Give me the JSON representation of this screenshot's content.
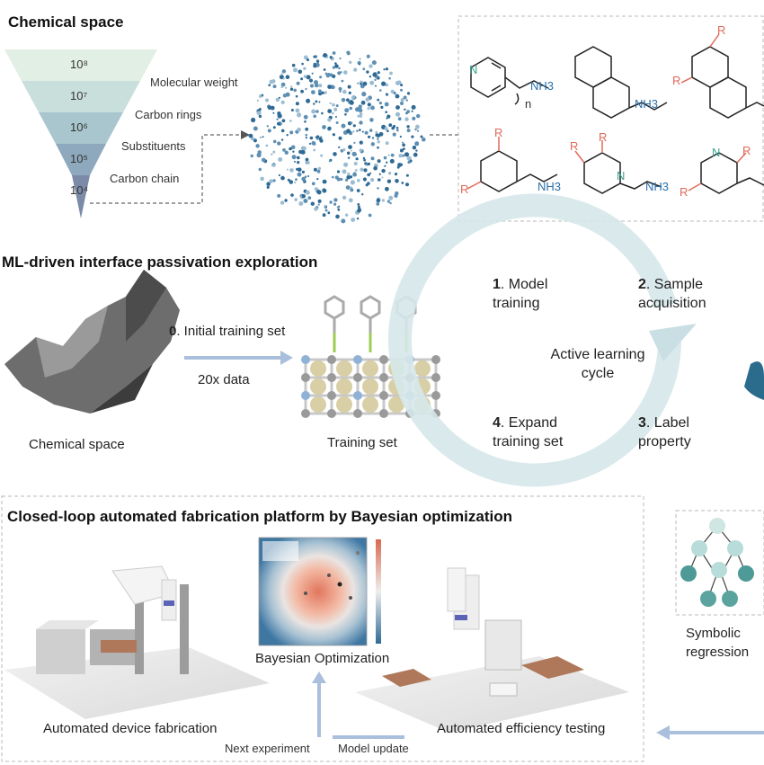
{
  "sections": {
    "chemical_space": {
      "title": "Chemical space",
      "funnel_levels": [
        "10⁸",
        "10⁷",
        "10⁶",
        "10⁵",
        "10⁴"
      ],
      "funnel_labels": [
        "Molecular weight",
        "Carbon rings",
        "Substituents",
        "Carbon chain"
      ],
      "molecule_labels": {
        "R": "R",
        "N": "N",
        "nh3": "NH3",
        "plus": "+",
        "n": "n"
      }
    },
    "ml_exploration": {
      "title": "ML-driven interface passivation exploration",
      "chemical_space_label": "Chemical space",
      "step0_num": "0",
      "step0_text": ". Initial training set",
      "data_label": "20x data",
      "training_set_label": "Training set",
      "cycle": {
        "center_line1": "Active learning",
        "center_line2": "cycle",
        "s1_num": "1",
        "s1_l1": ". Model",
        "s1_l2": "training",
        "s2_num": "2",
        "s2_l1": ". Sample",
        "s2_l2": "acquisition",
        "s3_num": "3",
        "s3_l1": ". Label",
        "s3_l2": "property",
        "s4_num": "4",
        "s4_l1": ". Expand",
        "s4_l2": "training set"
      }
    },
    "closed_loop": {
      "title": "Closed-loop automated fabrication platform by Bayesian optimization",
      "bayes_label": "Bayesian Optimization",
      "device_fab_label": "Automated device fabrication",
      "eff_test_label": "Automated efficiency testing",
      "next_exp_label": "Next experiment",
      "model_update_label": "Model update",
      "symbolic_l1": "Symbolic",
      "symbolic_l2": "regression"
    }
  },
  "colors": {
    "funnel": [
      "#e2efe4",
      "#c9dfdc",
      "#a9c6ce",
      "#8ea9bd",
      "#7b8aa6"
    ],
    "scatter": "#2f6a95",
    "cycle_arc": "#cfe3e7",
    "blue_arrow": "#a9bfdc",
    "molecule_red": "#e06a5a",
    "molecule_blue": "#2a6fa8"
  }
}
